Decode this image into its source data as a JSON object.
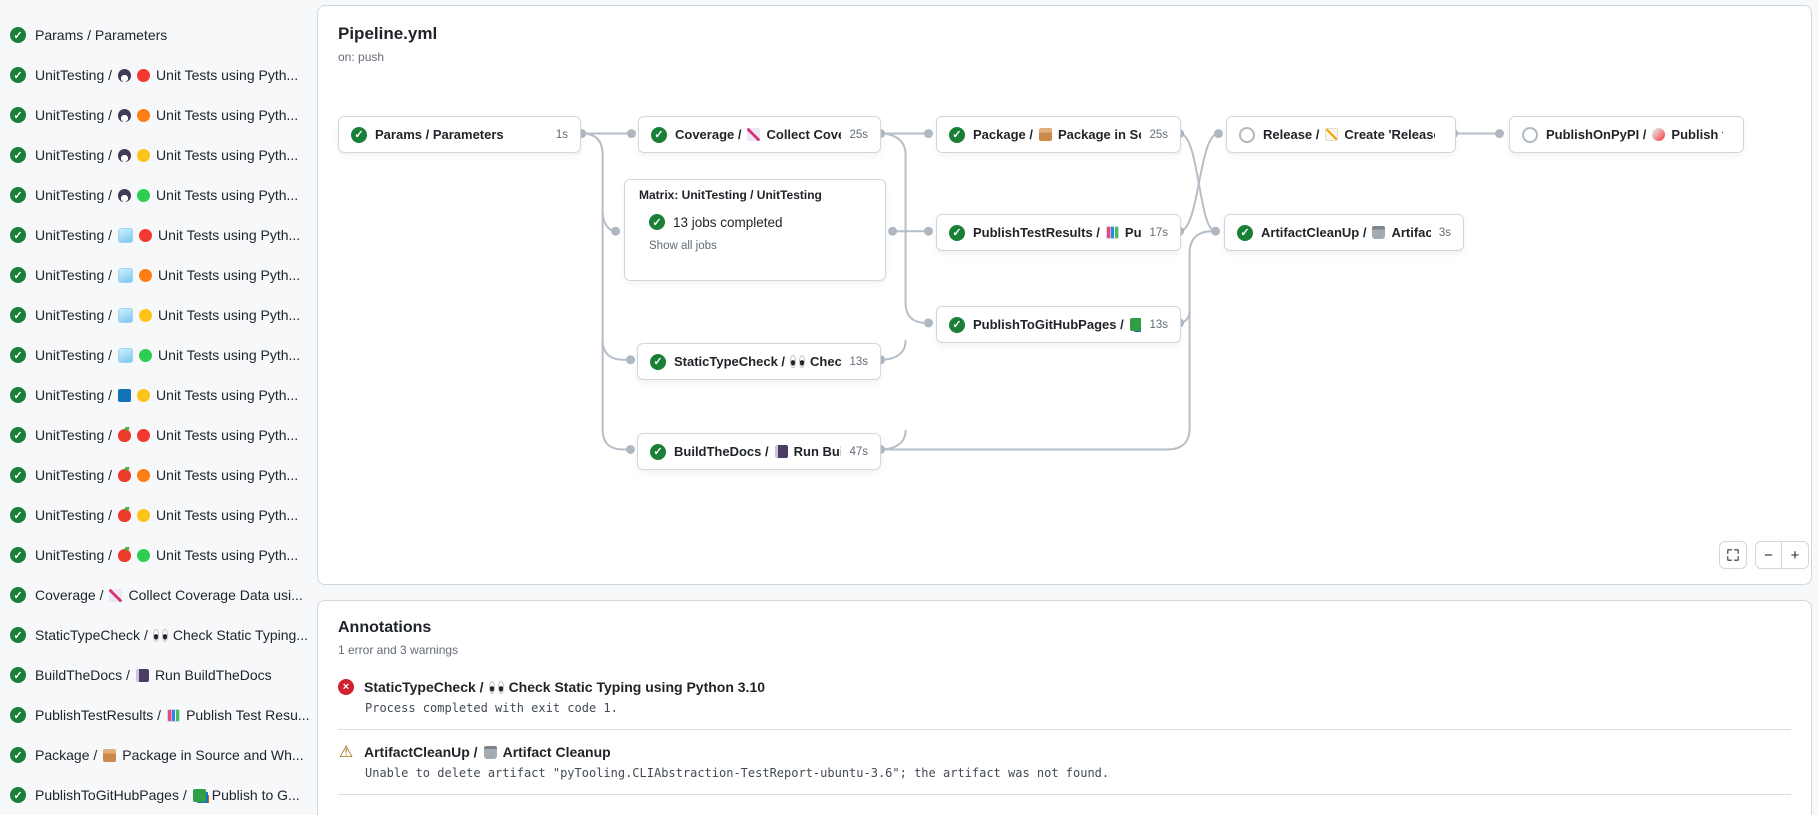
{
  "header": {
    "title": "Pipeline.yml",
    "trigger": "on: push"
  },
  "sidebar": {
    "items": [
      {
        "job": "Params / Parameters",
        "icons": [],
        "title": ""
      },
      {
        "job": "UnitTesting /",
        "icons": [
          "penguin",
          "dot-red"
        ],
        "title": "Unit Tests using Pyth..."
      },
      {
        "job": "UnitTesting /",
        "icons": [
          "penguin",
          "dot-orange"
        ],
        "title": "Unit Tests using Pyth..."
      },
      {
        "job": "UnitTesting /",
        "icons": [
          "penguin",
          "dot-yellow"
        ],
        "title": "Unit Tests using Pyth..."
      },
      {
        "job": "UnitTesting /",
        "icons": [
          "penguin",
          "dot-green"
        ],
        "title": "Unit Tests using Pyth..."
      },
      {
        "job": "UnitTesting /",
        "icons": [
          "ice",
          "dot-red"
        ],
        "title": "Unit Tests using Pyth..."
      },
      {
        "job": "UnitTesting /",
        "icons": [
          "ice",
          "dot-orange"
        ],
        "title": "Unit Tests using Pyth..."
      },
      {
        "job": "UnitTesting /",
        "icons": [
          "ice",
          "dot-yellow"
        ],
        "title": "Unit Tests using Pyth..."
      },
      {
        "job": "UnitTesting /",
        "icons": [
          "ice",
          "dot-green"
        ],
        "title": "Unit Tests using Pyth..."
      },
      {
        "job": "UnitTesting /",
        "icons": [
          "windows",
          "dot-yellow"
        ],
        "title": "Unit Tests using Pyth..."
      },
      {
        "job": "UnitTesting /",
        "icons": [
          "apple",
          "dot-red"
        ],
        "title": "Unit Tests using Pyth..."
      },
      {
        "job": "UnitTesting /",
        "icons": [
          "apple",
          "dot-orange"
        ],
        "title": "Unit Tests using Pyth..."
      },
      {
        "job": "UnitTesting /",
        "icons": [
          "apple",
          "dot-yellow"
        ],
        "title": "Unit Tests using Pyth..."
      },
      {
        "job": "UnitTesting /",
        "icons": [
          "apple",
          "dot-green"
        ],
        "title": "Unit Tests using Pyth..."
      },
      {
        "job": "Coverage /",
        "icons": [
          "chart"
        ],
        "title": "Collect Coverage Data usi..."
      },
      {
        "job": "StaticTypeCheck /",
        "icons": [
          "eyes"
        ],
        "title": "Check Static Typing..."
      },
      {
        "job": "BuildTheDocs /",
        "icons": [
          "notebook"
        ],
        "title": "Run BuildTheDocs"
      },
      {
        "job": "PublishTestResults /",
        "icons": [
          "barchart"
        ],
        "title": "Publish Test Resu..."
      },
      {
        "job": "Package /",
        "icons": [
          "package"
        ],
        "title": "Package in Source and Wh..."
      },
      {
        "job": "PublishToGitHubPages /",
        "icons": [
          "books"
        ],
        "title": "Publish to G..."
      }
    ]
  },
  "graph": {
    "nodes": [
      {
        "id": "params",
        "name": "Params / Parameters",
        "icon": null,
        "rest": "",
        "time": "1s",
        "status": "success"
      },
      {
        "id": "coverage",
        "name": "Coverage /",
        "icon": "chart",
        "rest": "Collect Cove...",
        "time": "25s",
        "status": "success"
      },
      {
        "id": "package",
        "name": "Package /",
        "icon": "package",
        "rest": "Package in So...",
        "time": "25s",
        "status": "success"
      },
      {
        "id": "release",
        "name": "Release /",
        "icon": "memo",
        "rest": "Create 'Release P...",
        "time": "",
        "status": "skipped"
      },
      {
        "id": "publishonpypi",
        "name": "PublishOnPyPI /",
        "icon": "rocket",
        "rest": "Publish to ...",
        "time": "",
        "status": "skipped"
      },
      {
        "id": "publishtestresults",
        "name": "PublishTestResults /",
        "icon": "barchart",
        "rest": "Pu...",
        "time": "17s",
        "status": "success"
      },
      {
        "id": "artifactcleanup",
        "name": "ArtifactCleanUp /",
        "icon": "trash",
        "rest": "Artifac...",
        "time": "3s",
        "status": "success"
      },
      {
        "id": "publishtogithubpages",
        "name": "PublishToGitHubPages /",
        "icon": "books",
        "rest": "...",
        "time": "13s",
        "status": "success"
      },
      {
        "id": "statictypecheck",
        "name": "StaticTypeCheck /",
        "icon": "eyes",
        "rest": "Chec...",
        "time": "13s",
        "status": "success"
      },
      {
        "id": "buildthedocs",
        "name": "BuildTheDocs /",
        "icon": "notebook",
        "rest": "Run Buil...",
        "time": "47s",
        "status": "success"
      }
    ],
    "matrix": {
      "label": "Matrix: UnitTesting / UnitTesting",
      "completed": "13 jobs completed",
      "link": "Show all jobs"
    }
  },
  "controls": {
    "zoom_out": "−",
    "zoom_in": "+"
  },
  "annotations": {
    "title": "Annotations",
    "summary": "1 error and 3 warnings",
    "items": [
      {
        "type": "error",
        "job": "StaticTypeCheck /",
        "icon": "eyes",
        "name": "Check Static Typing using Python 3.10",
        "message": "Process completed with exit code 1."
      },
      {
        "type": "warning",
        "job": "ArtifactCleanUp /",
        "icon": "trash",
        "name": "Artifact Cleanup",
        "message": "Unable to delete artifact \"pyTooling.CLIAbstraction-TestReport-ubuntu-3.6\"; the artifact was not found."
      }
    ]
  }
}
